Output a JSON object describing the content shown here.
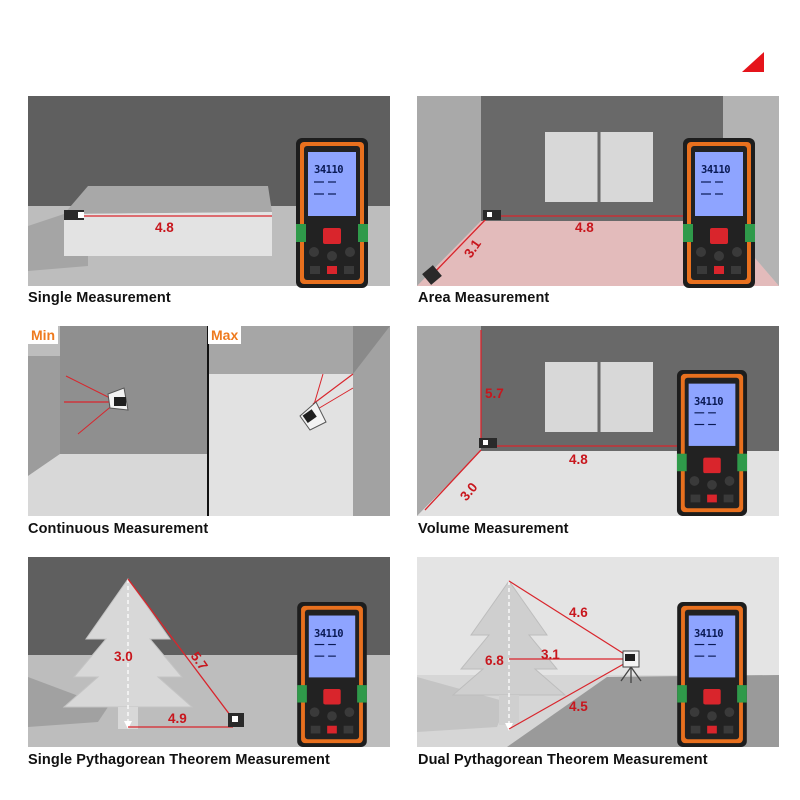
{
  "colors": {
    "measure_red": "#c8161d",
    "laser_red": "#d9252c",
    "tag_orange": "#ee7a1e",
    "device_orange": "#e8701e",
    "lcd_blue": "#8ea4ff",
    "wall_dark": "#5f5f5f",
    "wall_light": "#bfbfbf"
  },
  "device": {
    "display_value": "34110",
    "icon": "laser-distance-meter-icon"
  },
  "panels": [
    {
      "id": "single",
      "caption": "Single Measurement",
      "measurements": [
        "4.8"
      ]
    },
    {
      "id": "area",
      "caption": "Area Measurement",
      "measurements": [
        "3.1",
        "4.8"
      ]
    },
    {
      "id": "continuous",
      "caption": "Continuous Measurement",
      "tags": [
        "Min",
        "Max"
      ]
    },
    {
      "id": "volume",
      "caption": "Volume Measurement",
      "measurements": [
        "5.7",
        "4.8",
        "3.0"
      ]
    },
    {
      "id": "single-pythagorean",
      "caption": "Single Pythagorean Theorem Measurement",
      "measurements": [
        "3.0",
        "5.7",
        "4.9"
      ]
    },
    {
      "id": "dual-pythagorean",
      "caption": "Dual Pythagorean Theorem Measurement",
      "measurements": [
        "4.6",
        "6.8",
        "3.1",
        "4.5"
      ]
    }
  ]
}
